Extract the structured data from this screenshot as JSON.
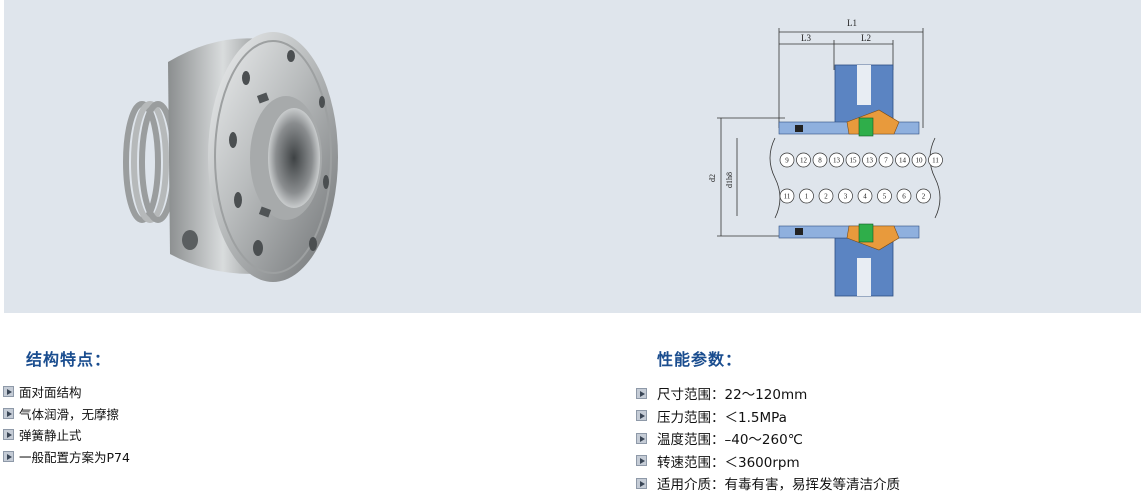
{
  "drawing": {
    "dim_labels": {
      "l1": "L1",
      "l2": "L2",
      "l3": "L3",
      "d2": "d2",
      "d1": "d1h8"
    },
    "parts_top": [
      "9",
      "12",
      "8",
      "13",
      "15",
      "13",
      "7",
      "14",
      "10",
      "11"
    ],
    "parts_bottom": [
      "11",
      "1",
      "2",
      "3",
      "4",
      "5",
      "6",
      "2"
    ]
  },
  "features": {
    "title": "结构特点：",
    "items": [
      "面对面结构",
      "气体润滑，无摩擦",
      "弹簧静止式",
      "一般配置方案为P74"
    ]
  },
  "performance": {
    "title": "性能参数：",
    "items": [
      "尺寸范围：22～120mm",
      "压力范围：＜1.5MPa",
      "温度范围：–40～260℃",
      "转速范围：＜3600rpm",
      "适用介质：有毒有害，易挥发等清洁介质"
    ]
  },
  "colors": {
    "banner": "#dfe5ec",
    "title": "#1a4d8f",
    "seal_face": "#e89a3c",
    "seal_ring": "#2fae4a",
    "housing": "#5b84c2"
  }
}
